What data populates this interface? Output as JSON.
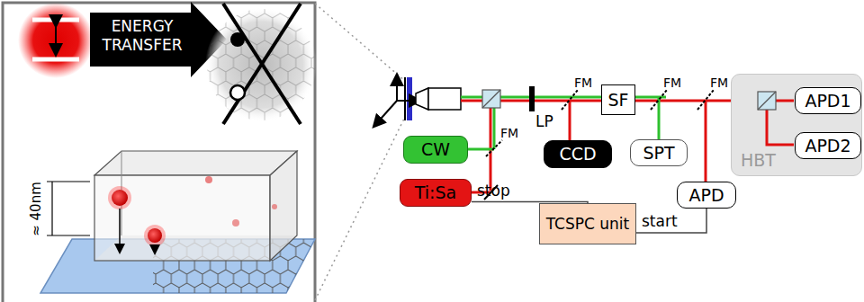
{
  "diagram": {
    "nodes": [
      {
        "text": [
          "CW"
        ]
      },
      {
        "text": [
          "Ti:Sa"
        ]
      },
      {
        "text": [
          "CCD"
        ]
      },
      {
        "text": [
          "SF"
        ]
      },
      {
        "text": [
          "SPT"
        ]
      },
      {
        "text": [
          "APD"
        ]
      },
      {
        "text": [
          "TCSPC unit"
        ]
      },
      {
        "text": [
          "HBT"
        ]
      },
      {
        "text": [
          "APD1"
        ],
        "in": 7
      },
      {
        "text": [
          "APD2"
        ],
        "in": 7
      }
    ],
    "edges": [
      {
        "from": 1,
        "to": 6,
        "arrow": "none",
        "label": "stop"
      },
      {
        "from": 6,
        "to": 5,
        "arrow": "none",
        "label": "start"
      }
    ],
    "labels": [
      "ENERGY TRANSFER",
      "≈ 40nm",
      "LP",
      "FM",
      "FM",
      "FM",
      "FM"
    ]
  }
}
